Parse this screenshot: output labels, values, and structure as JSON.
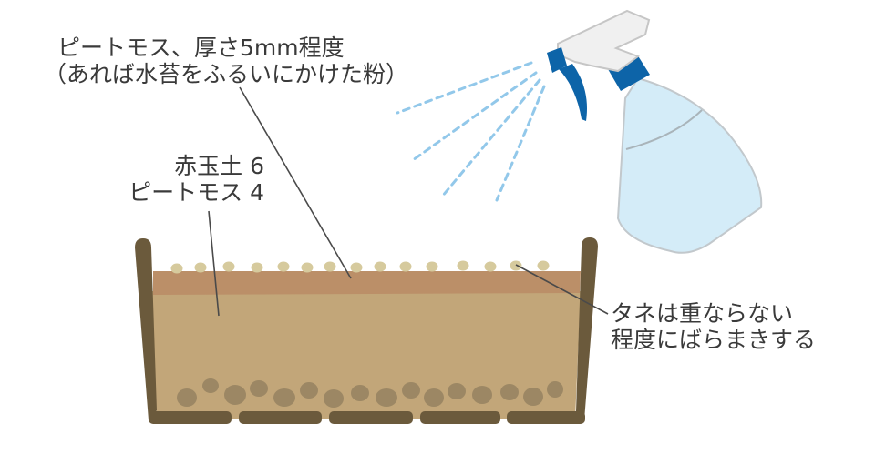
{
  "labels": {
    "peat_top": [
      "ピートモス、厚さ5mm程度",
      "（あれば水苔をふるいにかけた粉）"
    ],
    "mix": [
      "赤玉土 6",
      "ピートモス 4"
    ],
    "seeds": [
      "タネは重ならない",
      "程度にばらまきする"
    ]
  },
  "colors": {
    "pot": "#6b5a3c",
    "soil": "#c2a679",
    "peat_layer": "#bb8f68",
    "seed": "#d6ca9d",
    "stone": "#9c8764",
    "bottle_body": "#d4ecf8",
    "bottle_trigger": "#f0f0f0",
    "nozzle_blue": "#0d64a8",
    "mist": "#92c8ea",
    "leader_line": "#4a4a4a"
  }
}
